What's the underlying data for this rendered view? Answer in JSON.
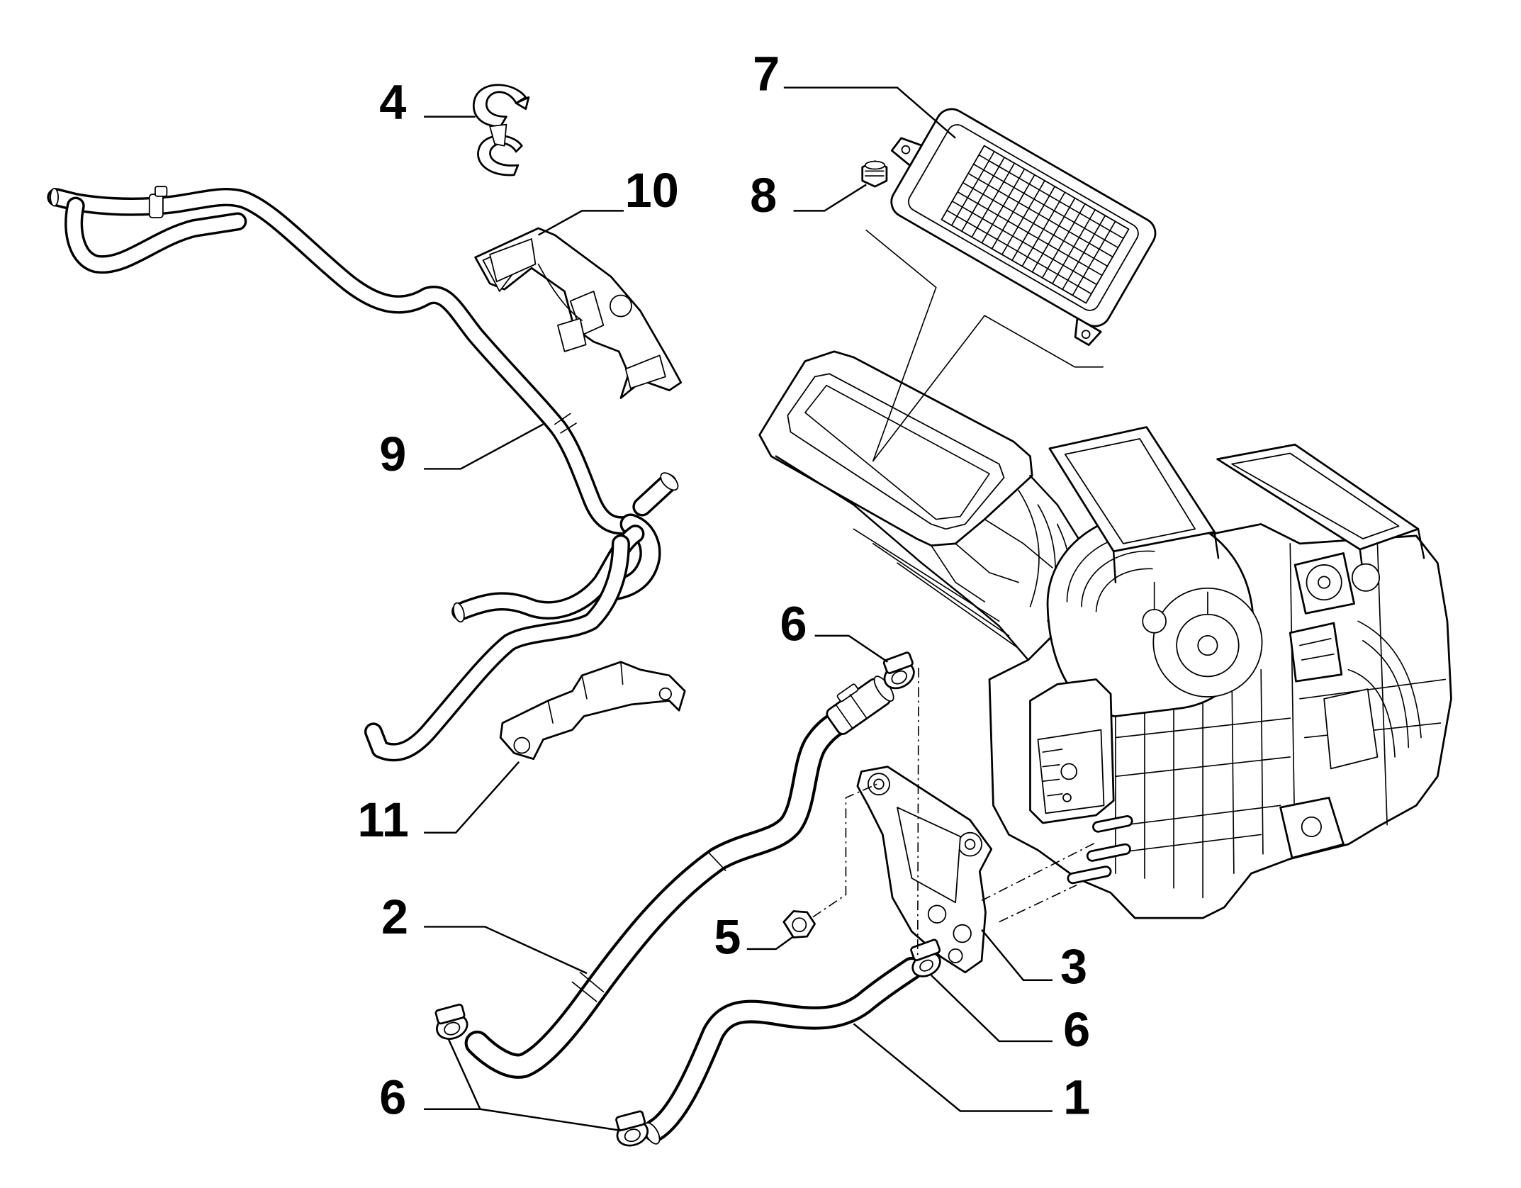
{
  "diagram": {
    "callouts": [
      "4",
      "10",
      "7",
      "8",
      "9",
      "6",
      "11",
      "2",
      "5",
      "3",
      "6",
      "1",
      "6"
    ]
  },
  "colors": {
    "line": "#000000",
    "background": "#ffffff"
  }
}
